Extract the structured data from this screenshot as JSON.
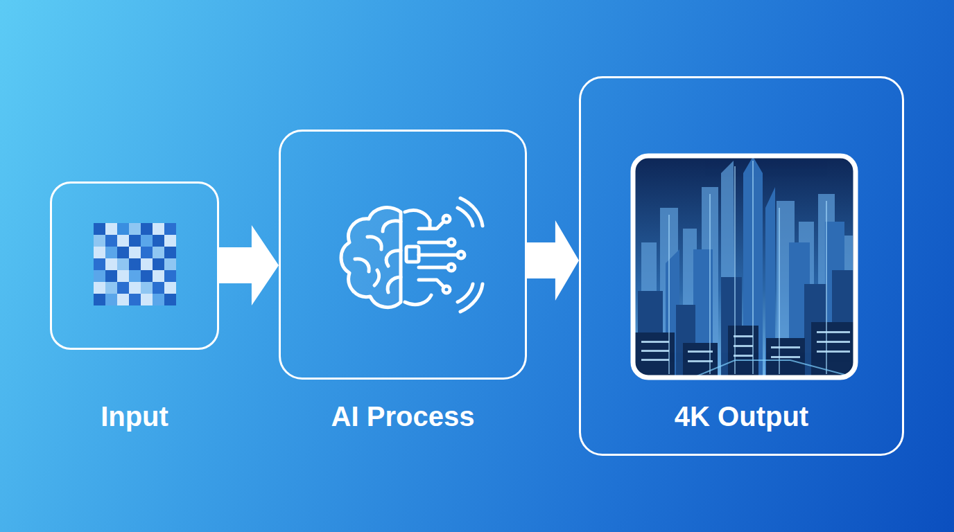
{
  "diagram": {
    "nodes": [
      {
        "text": [
          "Input"
        ]
      },
      {
        "text": [
          "AI Process"
        ]
      },
      {
        "text": [
          "4K Output"
        ]
      }
    ],
    "edges": [
      {
        "from": 0,
        "to": 1,
        "arrow": "to"
      },
      {
        "from": 1,
        "to": 2,
        "arrow": "to"
      }
    ]
  }
}
